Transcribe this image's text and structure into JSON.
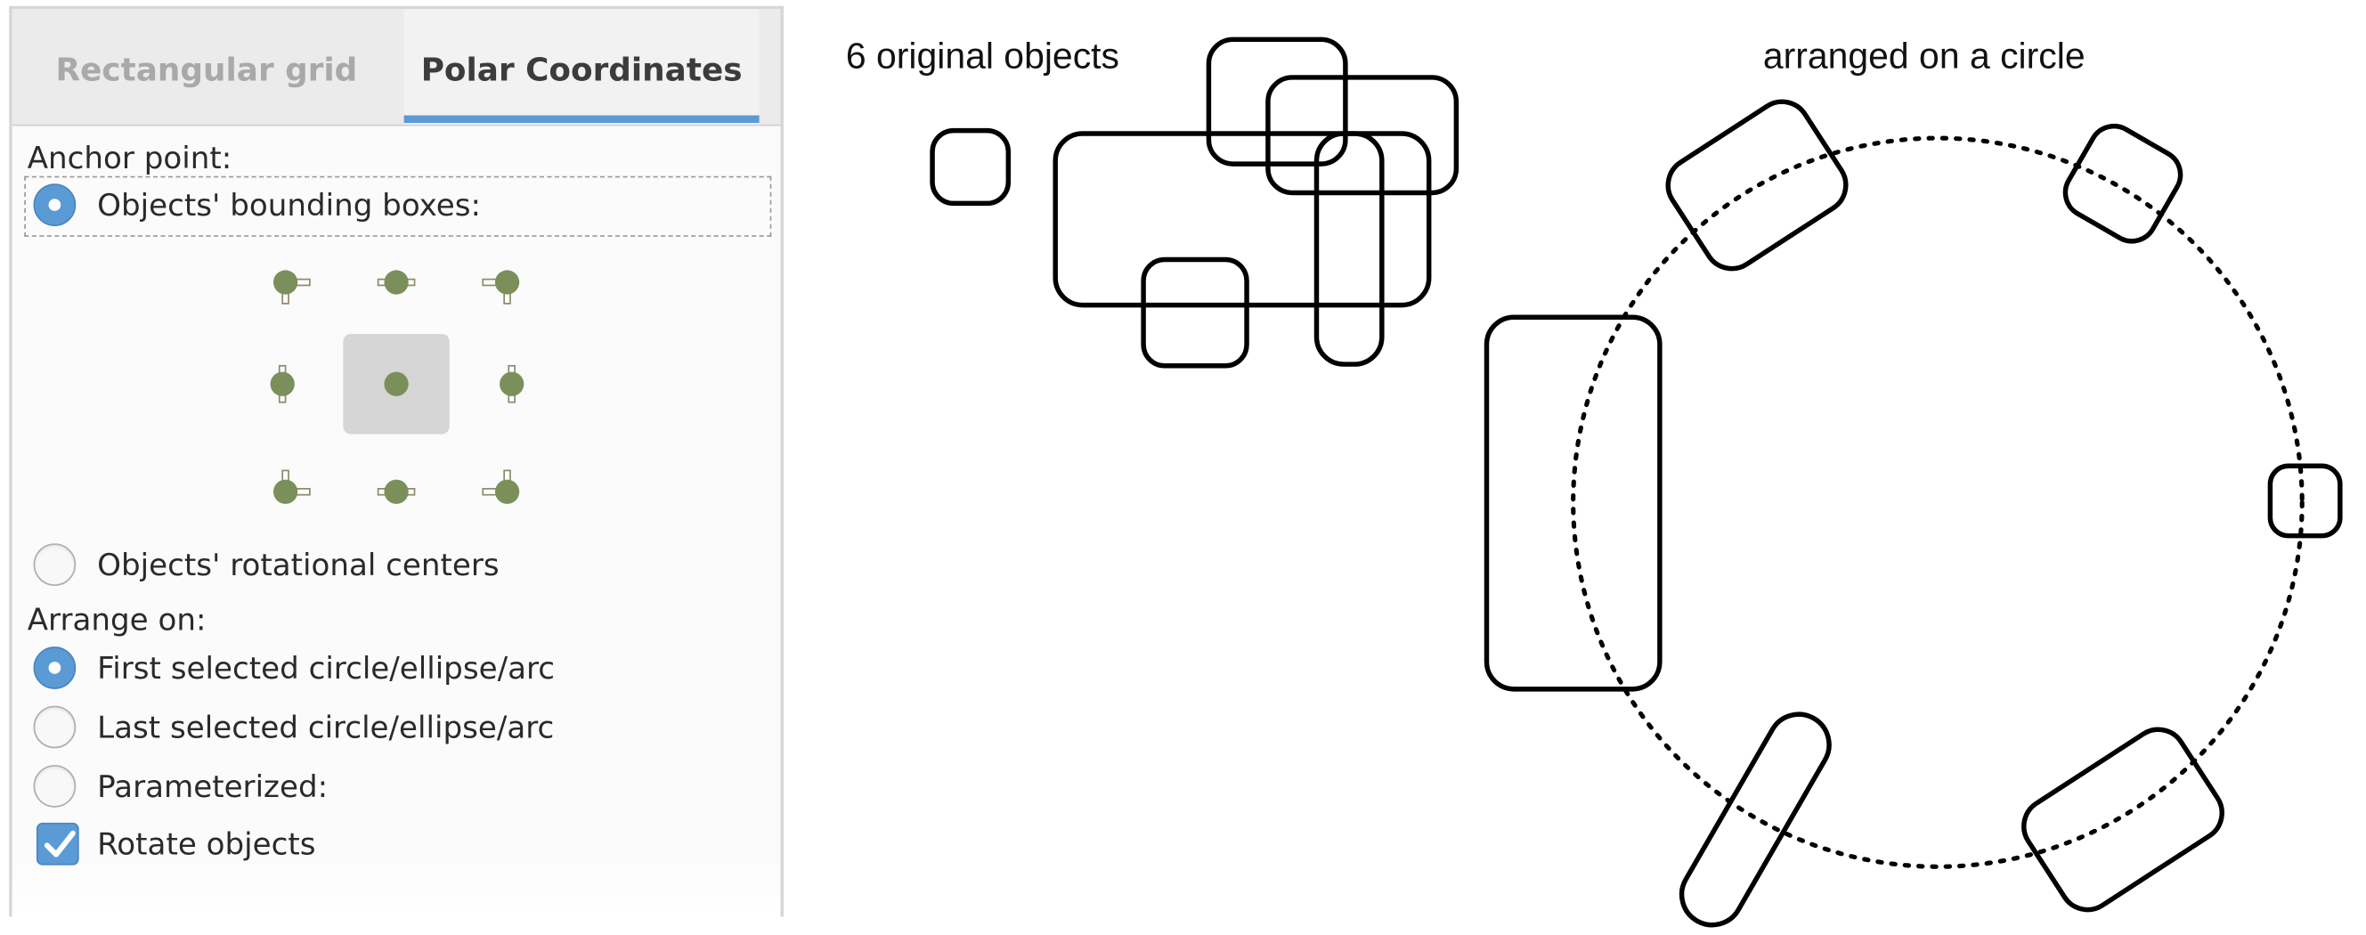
{
  "tabs": [
    {
      "label": "Rectangular grid",
      "active": false
    },
    {
      "label": "Polar Coordinates",
      "active": true
    }
  ],
  "anchor_section": {
    "heading": "Anchor point:",
    "bounding_boxes_label": "Objects' bounding boxes:",
    "bounding_boxes_selected": true,
    "selected_anchor": "center",
    "rotational_centers_label": "Objects' rotational centers",
    "rotational_centers_selected": false
  },
  "arrange_section": {
    "heading": "Arrange on:",
    "options": [
      {
        "label": "First selected circle/ellipse/arc",
        "selected": true
      },
      {
        "label": "Last selected circle/ellipse/arc",
        "selected": false
      },
      {
        "label": "Parameterized:",
        "selected": false
      }
    ]
  },
  "rotate_objects": {
    "label": "Rotate objects",
    "checked": true
  },
  "illustration": {
    "original_caption": "6 original objects",
    "arranged_caption": "arranged on a circle"
  },
  "colors": {
    "accent": "#5b9bd5",
    "anchor_node": "#7b8f5a",
    "tab_inactive_text": "#a9a9a9"
  }
}
